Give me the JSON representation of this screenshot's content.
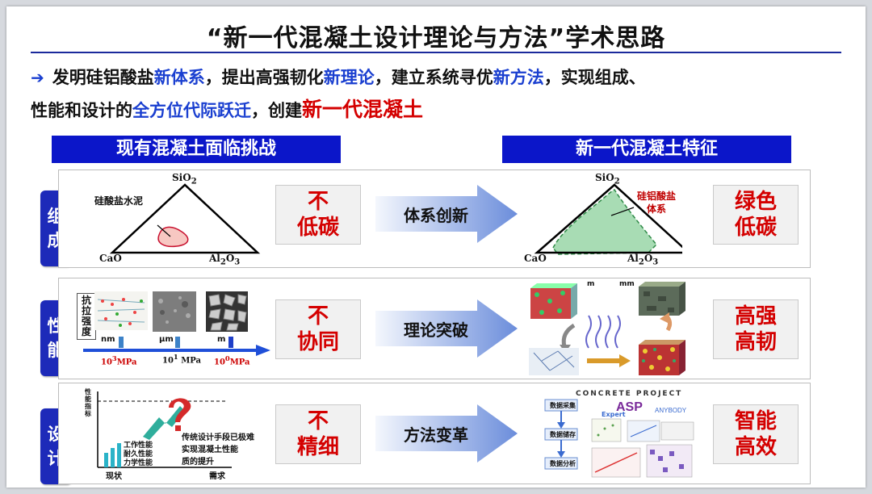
{
  "title": "“新一代混凝土设计理论与方法”学术思路",
  "intro": {
    "seg1": "发明硅铝酸盐",
    "seg2": "新体系",
    "seg3": "，提出高强韧化",
    "seg4": "新理论",
    "seg5": "，建立系统寻优",
    "seg6": "新方法",
    "seg7": "，实现组成、",
    "seg8": "性能和设计的",
    "seg9": "全方位代际跃迁",
    "seg10": "，创建",
    "seg11": "新一代混凝土"
  },
  "headers": {
    "left": "现有混凝土面临挑战",
    "right": "新一代混凝土特征"
  },
  "rows": [
    {
      "tag": [
        "组",
        "成"
      ],
      "challenge": [
        "不",
        "低碳"
      ],
      "action": "体系创新",
      "feature": [
        "绿色",
        "低碳"
      ],
      "left_fig": {
        "top": "SiO",
        "top_sub": "2",
        "bl": "CaO",
        "br": "Al",
        "br_sub1": "2",
        "br_mid": "O",
        "br_sub2": "3",
        "region": "硅酸盐水泥"
      },
      "right_fig": {
        "top": "SiO",
        "top_sub": "2",
        "bl": "CaO",
        "br": "Al",
        "br_sub1": "2",
        "br_mid": "O",
        "br_sub2": "3",
        "region": "硅铝酸盐体系"
      }
    },
    {
      "tag": [
        "性",
        "能"
      ],
      "challenge": [
        "不",
        "协同"
      ],
      "action": "理论突破",
      "feature": [
        "高强",
        "高韧"
      ],
      "left_fig": {
        "vlabel": "抗拉强度",
        "s1": "nm",
        "s2": "μm",
        "s3": "m",
        "v1": "10",
        "v1e": "3",
        "v1u": "MPa",
        "v2": "10",
        "v2e": "1",
        "v2u": " MPa",
        "v3": "10",
        "v3e": "0",
        "v3u": "MPa"
      },
      "right_fig": {
        "m1": "m",
        "m2": "mm"
      }
    },
    {
      "tag": [
        "设",
        "计"
      ],
      "challenge": [
        "不",
        "精细"
      ],
      "action": "方法变革",
      "feature": [
        "智能",
        "高效"
      ],
      "left_fig": {
        "ylabel": "性能指标",
        "b1": "工作性能",
        "b2": "耐久性能",
        "b3": "力学性能",
        "t1": "传统设计手段已极难",
        "t2": "实现混凝土性能",
        "t3": "质的提升",
        "x1": "现状",
        "x2": "需求"
      },
      "right_fig": {
        "title": "CONCRETE PROJECT",
        "f1": "数据采集",
        "f2": "数据储存",
        "f3": "数据分析",
        "e1": "Expert"
      }
    }
  ],
  "colors": {
    "accent_blue": "#0b16c9",
    "highlight_blue": "#1a3fd0",
    "red": "#d40000"
  }
}
